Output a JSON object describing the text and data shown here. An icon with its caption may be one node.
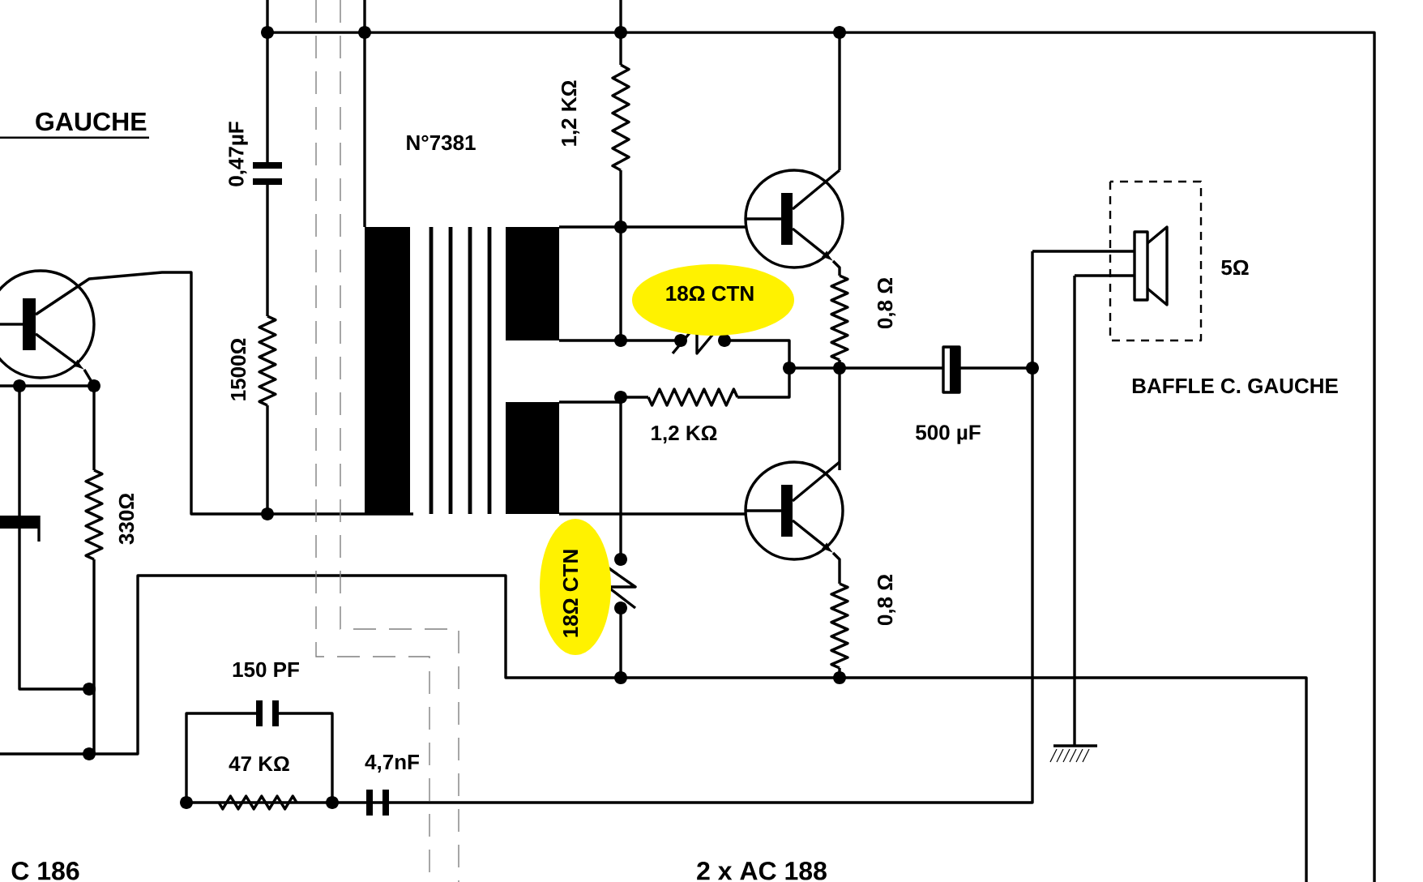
{
  "diagram": {
    "labels": [
      "GAUCHE",
      "0,47µF",
      "N°7381",
      "1,2 KΩ",
      "1500Ω",
      "18Ω CTN",
      "0,8 Ω",
      "1,2 KΩ",
      "500 µF",
      "5Ω",
      "BAFFLE C. GAUCHE",
      "330Ω",
      "18Ω CTN",
      "0,8 Ω",
      "150 PF",
      "47 KΩ",
      "4,7nF",
      "C 186",
      "2 x AC 188"
    ]
  }
}
